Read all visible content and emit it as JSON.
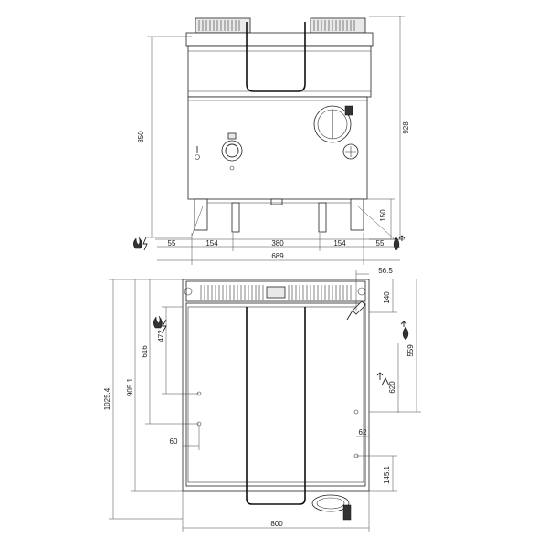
{
  "front_view": {
    "height_overall": "928",
    "height_body": "850",
    "height_leg": "150",
    "width_total": "689",
    "segments": [
      "55",
      "154",
      "380",
      "154",
      "55"
    ]
  },
  "top_view": {
    "width": "800",
    "depth": "1025.4",
    "dims": {
      "d905": "905.1",
      "d616": "616",
      "d472": "472",
      "d60": "60",
      "d56": "56.5",
      "d140": "140",
      "d559": "559",
      "d620": "620",
      "d62": "62",
      "d145": "145.1"
    }
  },
  "icons": {
    "gas_electric": "flame-lightning-icon",
    "water_drain": "water-drop-icon",
    "water_inlet": "water-inlet-icon"
  }
}
